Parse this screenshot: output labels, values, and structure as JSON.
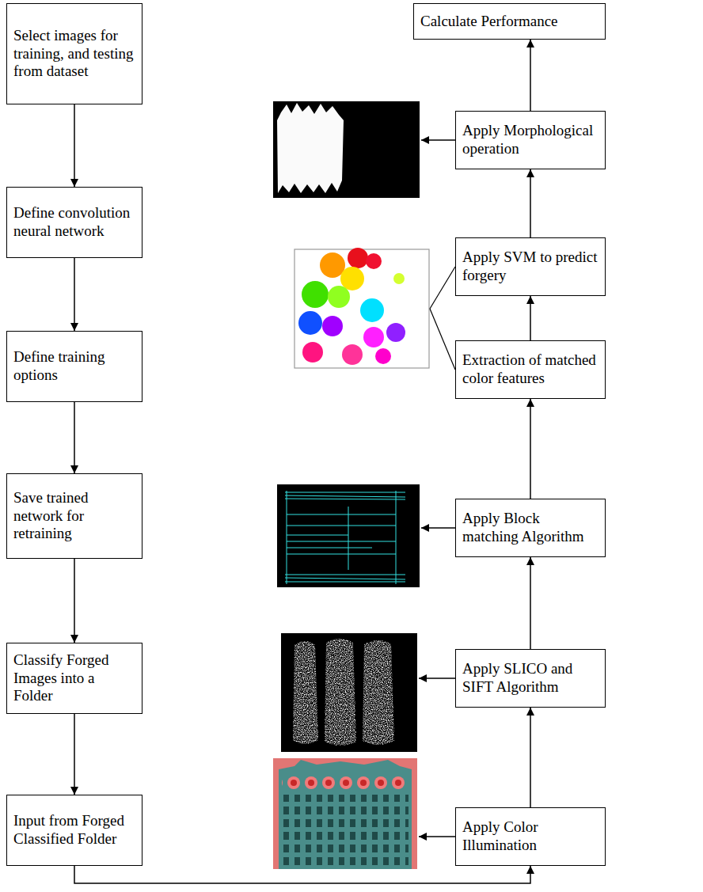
{
  "diagram": {
    "nodes": [
      {
        "text": [
          "Select images for training, and testing from dataset"
        ]
      },
      {
        "text": [
          "Define convolution neural network"
        ]
      },
      {
        "text": [
          "Define training options"
        ]
      },
      {
        "text": [
          "Save trained network for retraining"
        ]
      },
      {
        "text": [
          "Classify Forged Images into a Folder"
        ]
      },
      {
        "text": [
          "Input from Forged Classified Folder"
        ]
      },
      {
        "text": [
          "Apply Color Illumination"
        ]
      },
      {
        "text": [
          "Apply SLICO and SIFT Algorithm"
        ]
      },
      {
        "text": [
          "Apply Block matching Algorithm"
        ]
      },
      {
        "text": [
          "Extraction of matched color features"
        ]
      },
      {
        "text": [
          "Apply SVM to predict forgery"
        ]
      },
      {
        "text": [
          "Apply Morphological operation"
        ]
      },
      {
        "text": [
          "Calculate Performance"
        ]
      }
    ],
    "edges": [
      {
        "from": 0,
        "to": 1,
        "arrow": "to"
      },
      {
        "from": 1,
        "to": 2,
        "arrow": "to"
      },
      {
        "from": 2,
        "to": 3,
        "arrow": "to"
      },
      {
        "from": 3,
        "to": 4,
        "arrow": "to"
      },
      {
        "from": 4,
        "to": 5,
        "arrow": "to"
      },
      {
        "from": 5,
        "to": 6,
        "arrow": "to"
      },
      {
        "from": 6,
        "to": 7,
        "arrow": "to"
      },
      {
        "from": 7,
        "to": 8,
        "arrow": "to"
      },
      {
        "from": 8,
        "to": 9,
        "arrow": "to"
      },
      {
        "from": 9,
        "to": 10,
        "arrow": "to"
      },
      {
        "from": 10,
        "to": 11,
        "arrow": "to"
      },
      {
        "from": 11,
        "to": 12,
        "arrow": "to"
      }
    ]
  }
}
